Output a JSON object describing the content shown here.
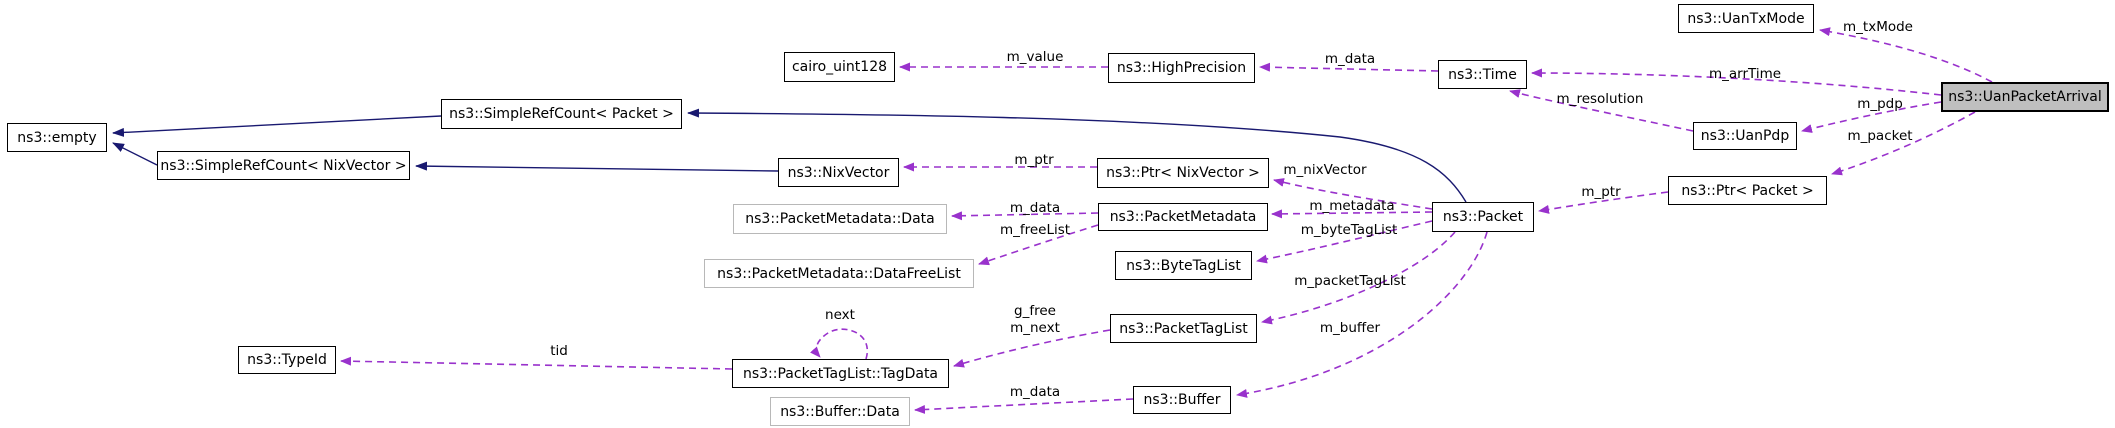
{
  "diagram": {
    "type": "class-collaboration-graph",
    "selected_class": "ns3::UanPacketArrival",
    "colors": {
      "usage_edge": "#9932cc",
      "inheritance_edge": "#191970",
      "selected_node_fill": "#bfbfbf",
      "undocumented_node_border": "#b8b8b8",
      "node_fill": "#ffffff",
      "text": "#000000"
    },
    "nodes": [
      {
        "id": "empty",
        "label": "ns3::empty"
      },
      {
        "id": "simplerefcount-packet",
        "label": "ns3::SimpleRefCount< Packet >"
      },
      {
        "id": "simplerefcount-nixvector",
        "label": "ns3::SimpleRefCount< NixVector >"
      },
      {
        "id": "nixvector",
        "label": "ns3::NixVector"
      },
      {
        "id": "ptr-nixvector",
        "label": "ns3::Ptr< NixVector >"
      },
      {
        "id": "cairo-uint128",
        "label": "cairo_uint128"
      },
      {
        "id": "highprecision",
        "label": "ns3::HighPrecision"
      },
      {
        "id": "time",
        "label": "ns3::Time"
      },
      {
        "id": "uantxmode",
        "label": "ns3::UanTxMode"
      },
      {
        "id": "uanpacketarrival",
        "label": "ns3::UanPacketArrival"
      },
      {
        "id": "uanpdp",
        "label": "ns3::UanPdp"
      },
      {
        "id": "ptr-packet",
        "label": "ns3::Ptr< Packet >"
      },
      {
        "id": "packet",
        "label": "ns3::Packet"
      },
      {
        "id": "packetmetadata-data",
        "label": "ns3::PacketMetadata::Data"
      },
      {
        "id": "packetmetadata",
        "label": "ns3::PacketMetadata"
      },
      {
        "id": "packetmetadata-datafreelist",
        "label": "ns3::PacketMetadata::DataFreeList"
      },
      {
        "id": "bytetaglist",
        "label": "ns3::ByteTagList"
      },
      {
        "id": "packettaglist",
        "label": "ns3::PacketTagList"
      },
      {
        "id": "packettaglist-tagdata",
        "label": "ns3::PacketTagList::TagData"
      },
      {
        "id": "typeid",
        "label": "ns3::TypeId"
      },
      {
        "id": "buffer-data",
        "label": "ns3::Buffer::Data"
      },
      {
        "id": "buffer",
        "label": "ns3::Buffer"
      }
    ],
    "edge_labels": [
      {
        "text": "m_value"
      },
      {
        "text": "m_data"
      },
      {
        "text": "m_txMode"
      },
      {
        "text": "m_arrTime"
      },
      {
        "text": "m_resolution"
      },
      {
        "text": "m_pdp"
      },
      {
        "text": "m_packet"
      },
      {
        "text": "m_ptr"
      },
      {
        "text": "m_nixVector"
      },
      {
        "text": "m_ptr"
      },
      {
        "text": "m_metadata"
      },
      {
        "text": "m_byteTagList"
      },
      {
        "text": "m_packetTagList"
      },
      {
        "text": "m_buffer"
      },
      {
        "text": "m_data"
      },
      {
        "text": "m_freeList"
      },
      {
        "text": "g_free"
      },
      {
        "text": "m_next"
      },
      {
        "text": "next"
      },
      {
        "text": "tid"
      },
      {
        "text": "m_data"
      }
    ]
  }
}
